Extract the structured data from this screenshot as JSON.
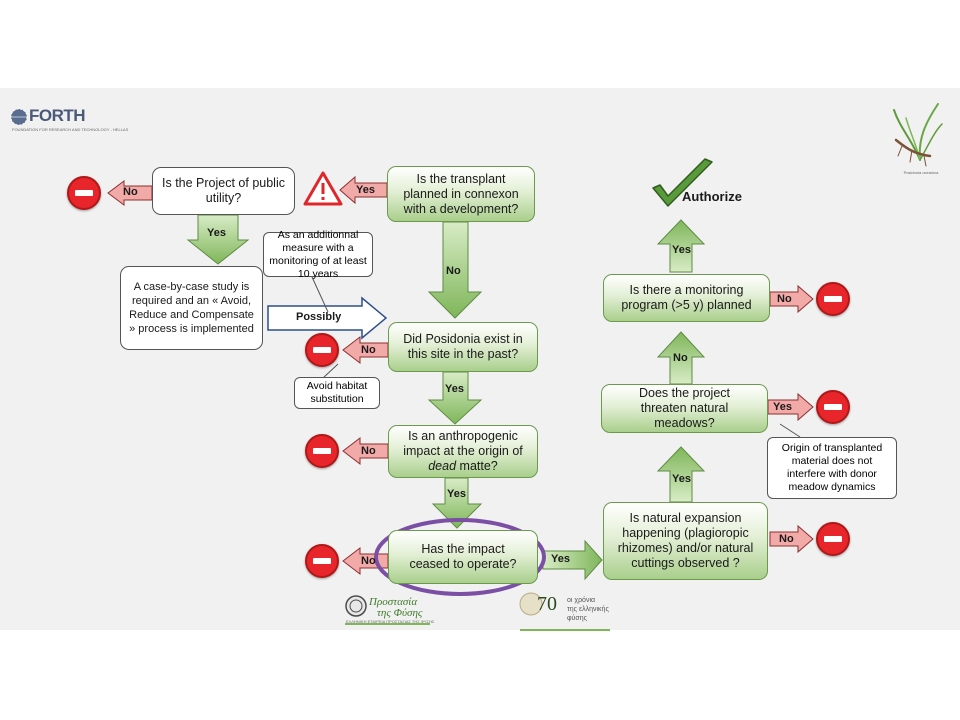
{
  "header": {
    "brand": "FORTH",
    "brand_tagline": "FOUNDATION FOR RESEARCH AND TECHNOLOGY - HELLAS",
    "plant_caption": "Posidonia oceanica"
  },
  "nodes": {
    "transplant": "Is the transplant planned in connexon with a development?",
    "public_utility": "Is the Project of public utility?",
    "case_study": "A case-by-case study is required and an « Avoid, Reduce and Compensate » process is implemented",
    "additional_measure": "As an additionnal measure with a monitoring of at least 10 years",
    "posidonia_past": "Did Posidonia exist in this site in the past?",
    "avoid_habitat": "Avoid habitat substitution",
    "anthropogenic_pre": "Is an anthropogenic impact at the origin of",
    "anthropogenic_em": "dead",
    "anthropogenic_post": "matte?",
    "impact_ceased": "Has the impact ceased to operate?",
    "natural_expansion": "Is natural expansion happening (plagioropic rhizomes) and/or natural cuttings observed ?",
    "threaten_meadows": "Does the project threaten natural meadows?",
    "origin_material": "Origin of transplanted material does not interfere with donor meadow dynamics",
    "monitoring_program": "Is there a monitoring program (>5 y) planned",
    "authorize": "Authorize"
  },
  "labels": {
    "yes": "Yes",
    "no": "No",
    "possibly": "Possibly"
  },
  "footer": {
    "logo1_line1": "Προστασία",
    "logo1_line2": "της Φύσης",
    "logo1_small": "ΕΛΛΗΝΙΚΗ ΕΤΑΙΡΕΙΑ ΠΡΟΣΤΑΣΙΑΣ ΤΗΣ ΦΥΣΗΣ",
    "logo2_number": "70",
    "logo2_line1": "οι χρόνια",
    "logo2_line2": "της ελληνικής",
    "logo2_line3": "φύσης"
  },
  "colors": {
    "stop_red": "#e8252b",
    "arrow_green": "#9ccc7c",
    "arrow_red": "#f2aaa8",
    "highlight_purple": "#7b4fa3"
  }
}
